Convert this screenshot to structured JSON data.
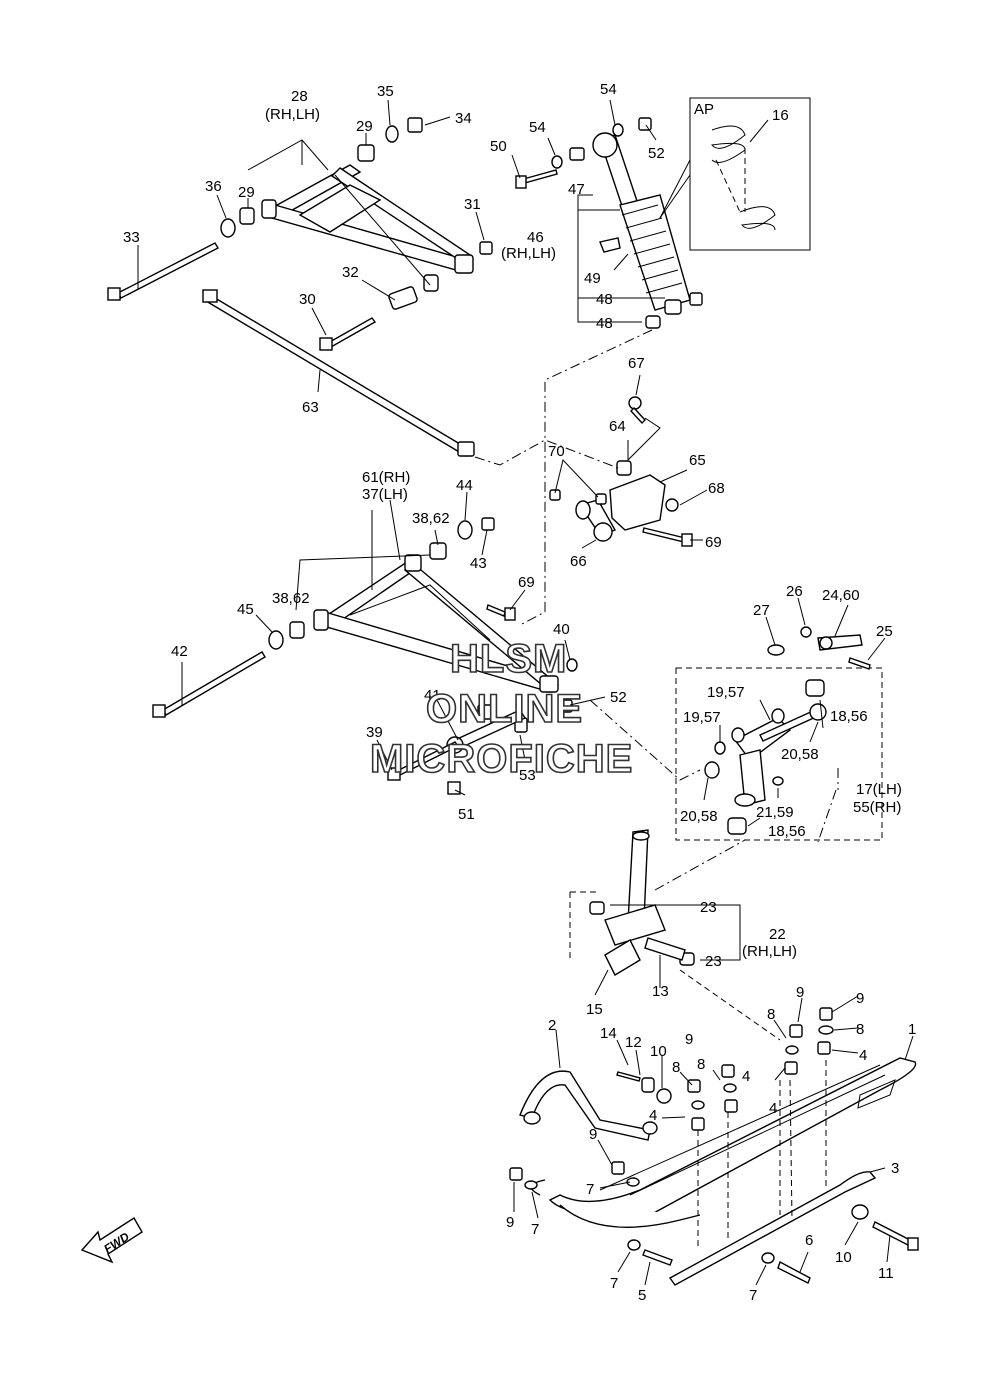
{
  "diagram": {
    "watermark": [
      "HLSM",
      "ONLINE",
      "MICROFICHE"
    ],
    "detail_box_label": "AP",
    "fwd_label": "FWD",
    "callouts": {
      "c28": "28",
      "c28b": "(RH,LH)",
      "c35": "35",
      "c34": "34",
      "c29a": "29",
      "c29b": "29",
      "c36": "36",
      "c33": "33",
      "c31": "31",
      "c32": "32",
      "c30": "30",
      "c63": "63",
      "c54a": "54",
      "c54b": "54",
      "c50": "50",
      "c52a": "52",
      "c47": "47",
      "c46": "46",
      "c46b": "(RH,LH)",
      "c49": "49",
      "c48a": "48",
      "c48b": "48",
      "c16": "16",
      "c67": "67",
      "c64": "64",
      "c65": "65",
      "c68": "68",
      "c69a": "69",
      "c70": "70",
      "c66": "66",
      "c61": "61(RH)",
      "c37": "37(LH)",
      "c44": "44",
      "c3862a": "38,62",
      "c43": "43",
      "c69b": "69",
      "c3862b": "38,62",
      "c45": "45",
      "c42": "42",
      "c40": "40",
      "c41": "41",
      "c52b": "52",
      "c39": "39",
      "c53": "53",
      "c51": "51",
      "c27": "27",
      "c26": "26",
      "c2460": "24,60",
      "c25": "25",
      "c1957a": "19,57",
      "c1957b": "19,57",
      "c1856a": "18,56",
      "c2058a": "20,58",
      "c17": "17(LH)",
      "c55": "55(RH)",
      "c2159": "21,59",
      "c2058b": "20,58",
      "c1856b": "18,56",
      "c23a": "23",
      "c22": "22",
      "c22b": "(RH,LH)",
      "c23b": "23",
      "c15": "15",
      "c13": "13",
      "c14": "14",
      "c12": "12",
      "c10a": "10",
      "c9a": "9",
      "c8a": "8",
      "c8b": "8",
      "c4a": "4",
      "c4b": "4",
      "c9b": "9",
      "c8c": "8",
      "c4c": "4",
      "c9c": "9",
      "c8d": "8",
      "c4d": "4",
      "c1": "1",
      "c2": "2",
      "c3": "3",
      "c9d": "9",
      "c7a": "7",
      "c9e": "9",
      "c7b": "7",
      "c7c": "7",
      "c5": "5",
      "c6": "6",
      "c7d": "7",
      "c10b": "10",
      "c11": "11"
    }
  }
}
